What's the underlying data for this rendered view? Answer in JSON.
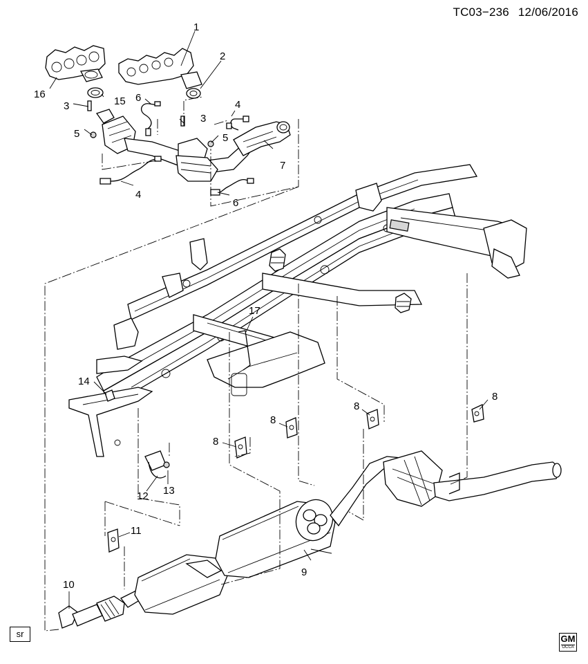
{
  "header": {
    "diagram_id": "TC03−236",
    "date": "12/06/2016"
  },
  "callouts": {
    "c1": "1",
    "c2": "2",
    "c3a": "3",
    "c3b": "3",
    "c4a": "4",
    "c4b": "4",
    "c5a": "5",
    "c5b": "5",
    "c6a": "6",
    "c6b": "6",
    "c7": "7",
    "c8a": "8",
    "c8b": "8",
    "c8c": "8",
    "c8d": "8",
    "c9": "9",
    "c10": "10",
    "c11": "11",
    "c12": "12",
    "c13": "13",
    "c14": "14",
    "c15": "15",
    "c16": "16",
    "c17": "17"
  },
  "footer": {
    "box_label": "sr",
    "logo_text": "GM",
    "logo_sub": "OCCA"
  },
  "icons": {
    "logo": "gm-logo-icon"
  }
}
